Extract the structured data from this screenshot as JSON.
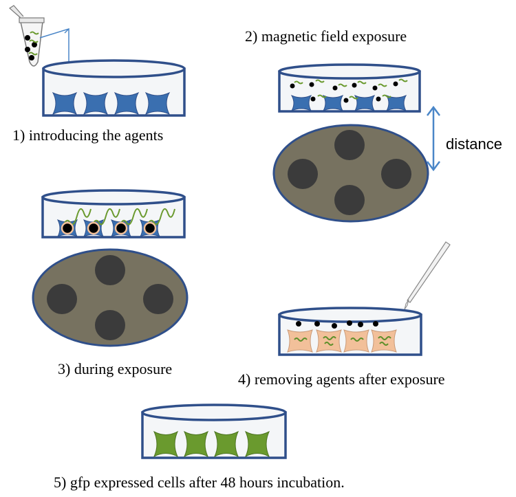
{
  "steps": {
    "step1": "1) introducing the agents",
    "step2": "2) magnetic field exposure",
    "step3": "3) during exposure",
    "step4": "4) removing agents after exposure",
    "step5": "5) gfp expressed cells after 48 hours incubation."
  },
  "annotations": {
    "distance": "distance"
  },
  "colors": {
    "dish_stroke": "#2f4f8a",
    "dish_fill": "#f4f6f8",
    "cell_blue": "#3a6fb0",
    "cell_green": "#6a9a2e",
    "cell_orange": "#f2c09a",
    "gfp_green": "#5d8f2a",
    "magnet_base": "#777260",
    "magnet_pole": "#3b3b3b",
    "arrow_blue": "#4a86c8"
  }
}
